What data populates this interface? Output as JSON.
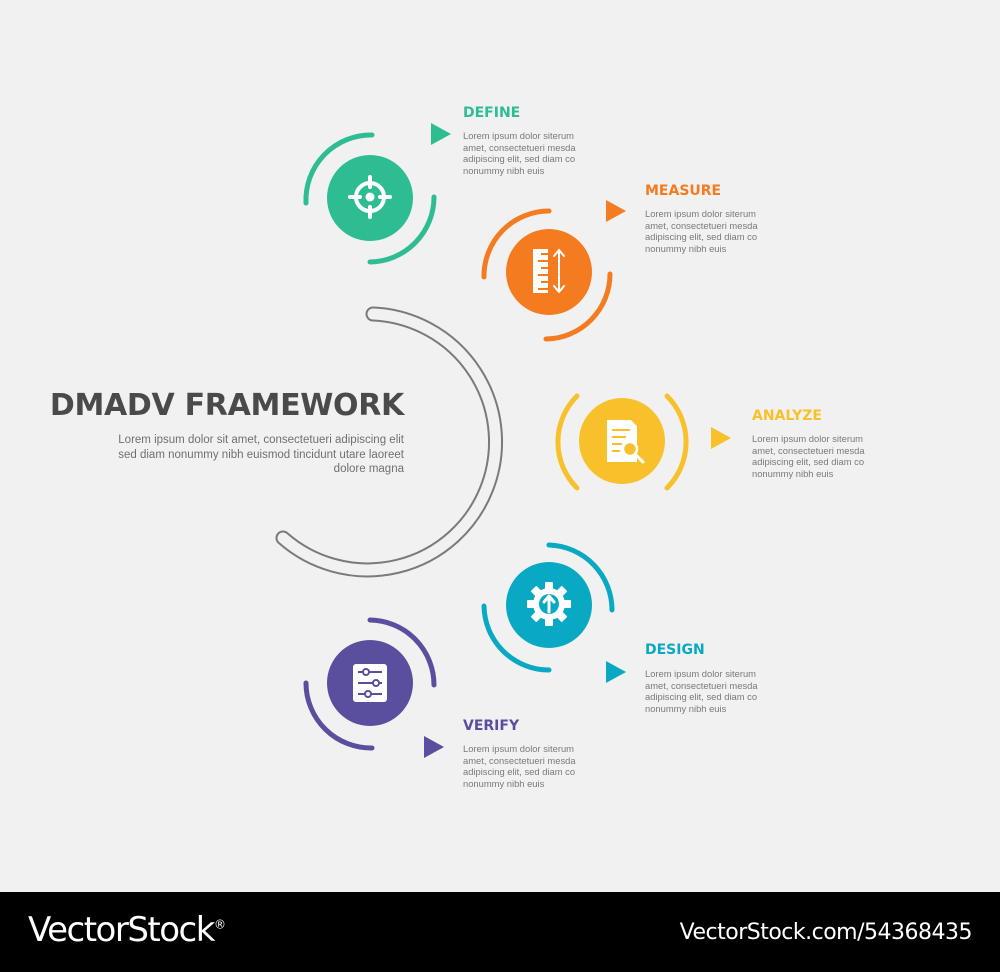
{
  "colors": {
    "background": "#f1f1f1",
    "define": "#2ebd93",
    "measure": "#f47b20",
    "analyze": "#f8c02a",
    "design": "#0aa9c3",
    "verify": "#5a4e9e",
    "central_arc": "#7a7a7a",
    "footer": "#000000"
  },
  "header": {
    "title": "DMADV FRAMEWORK",
    "description": "Lorem ipsum dolor sit amet, consectetueri adipiscing elit sed diam nonummy nibh euismod tincidunt utare laoreet dolore magna"
  },
  "steps": [
    {
      "id": "define",
      "title": "DEFINE",
      "icon": "target-icon",
      "text": "Lorem ipsum dolor siterum amet, consectetueri mesda adipiscing elit, sed diam co nonummy nibh euis"
    },
    {
      "id": "measure",
      "title": "MEASURE",
      "icon": "ruler-icon",
      "text": "Lorem ipsum dolor siterum amet, consectetueri mesda adipiscing elit, sed diam co nonummy nibh euis"
    },
    {
      "id": "analyze",
      "title": "ANALYZE",
      "icon": "document-search-icon",
      "text": "Lorem ipsum dolor siterum amet, consectetueri mesda adipiscing elit, sed diam co nonummy nibh euis"
    },
    {
      "id": "design",
      "title": "DESIGN",
      "icon": "gear-arrow-icon",
      "text": "Lorem ipsum dolor siterum amet, consectetueri mesda adipiscing elit, sed diam co nonummy nibh euis"
    },
    {
      "id": "verify",
      "title": "VERIFY",
      "icon": "checklist-sliders-icon",
      "text": "Lorem ipsum dolor siterum amet, consectetueri mesda adipiscing elit, sed diam co nonummy nibh euis"
    }
  ],
  "footer": {
    "brand": "VectorStock",
    "registered_mark": "®",
    "image_id": "VectorStock.com/54368435"
  }
}
